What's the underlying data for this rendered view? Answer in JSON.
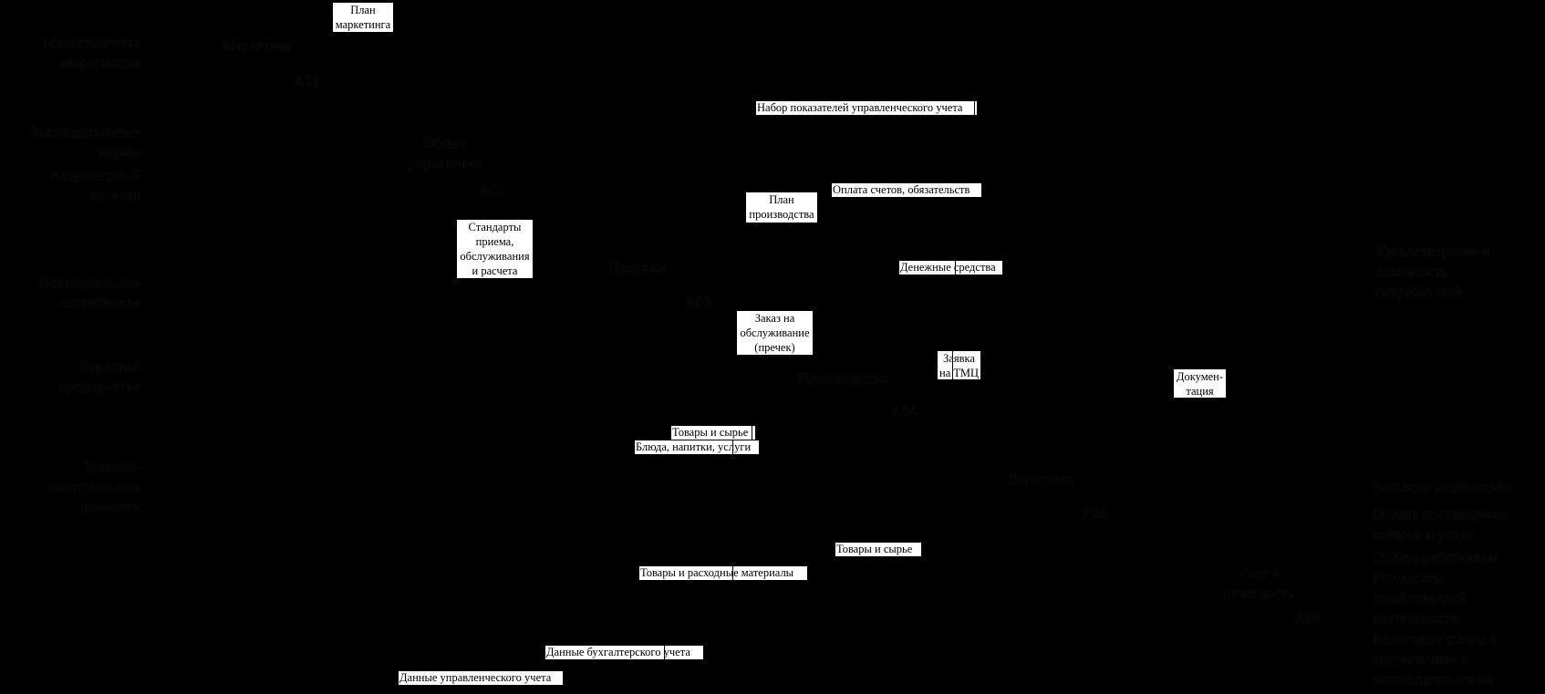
{
  "inputs": [
    "Маркетинговая\nинформация",
    "Законодательные\nнормы",
    "Акционерный\nкапитал",
    "Потенциальные\nпотребители",
    "Персонал\nпредприятия",
    "Товарно-\nматериальные\nценности"
  ],
  "activities": [
    {
      "name": "Маркетинг",
      "code": "А01"
    },
    {
      "name": "Общее\nуправление",
      "code": "А02"
    },
    {
      "name": "Продажи",
      "code": "А03"
    },
    {
      "name": "Производство",
      "code": "А04"
    },
    {
      "name": "Логистика",
      "code": "А05"
    },
    {
      "name": "Учет и\nотчетность",
      "code": "А06"
    }
  ],
  "arrow_labels": {
    "plan_marketing": "План\nмаркетинга",
    "mgmt_indicators": "Набор показателей управленческого учета",
    "plan_production": "План\nпроизводства",
    "payment_invoices": "Оплата счетов, обязательств",
    "standards": "Стандарты\nприема,\nобслуживания\nи расчета",
    "cash": "Денежные средства",
    "service_order": "Заказ на\nобслуживание\n(пречек)",
    "request_tmc": "Заявка\nна ТМЦ",
    "documentation": "Докумен-\nтация",
    "goods_raw_1": "Товары и сырье",
    "dishes_drinks": "Блюда, напитки, услуги",
    "goods_raw_2": "Товары и сырье",
    "goods_consumables": "Товары и расходные материалы",
    "accounting_data": "Данные бухгалтерского учета",
    "mgmt_data": "Данные управленческого учета"
  },
  "outputs": [
    "Удовлетворение  и\nлояльность\nпотребителей",
    "Выплаты акционерам",
    "Оплата поставщикам\nтоваров и услуг",
    "Оплата работникам",
    "Результаты\nхозяйственной\nдеятельности",
    "Налоговые сборы в\nсоответствии с\nзаконодательством"
  ]
}
